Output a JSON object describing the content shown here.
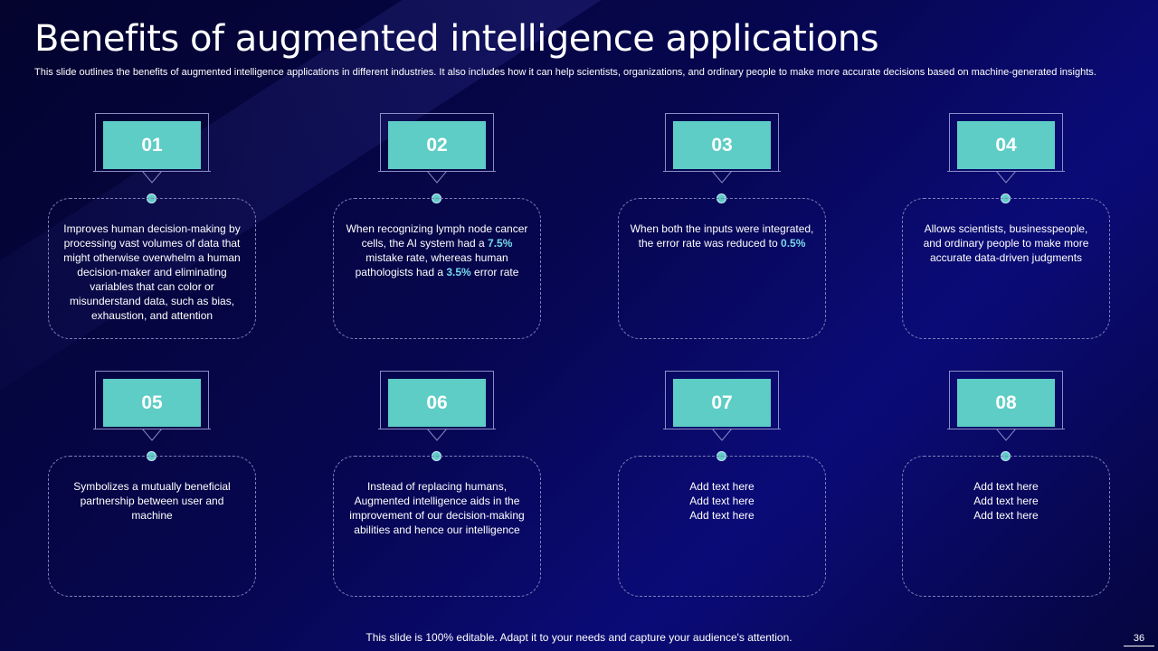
{
  "slide": {
    "title": "Benefits of augmented intelligence applications",
    "subtitle": "This slide outlines the benefits of augmented intelligence applications in different industries. It also includes how it can help scientists, organizations, and ordinary people to make more accurate decisions based on machine-generated insights.",
    "footer": "This slide is 100% editable. Adapt it to your needs and capture your audience's attention.",
    "page_number": "36"
  },
  "colors": {
    "accent_teal": "#5ecdc5",
    "highlight_text": "#78d8ea",
    "background": "#060650"
  },
  "cards": [
    {
      "num": "01",
      "text_a": "Improves human decision-making by processing vast volumes of data that might otherwise overwhelm a human decision-maker and eliminating variables that can color or misunderstand data, such as bias, exhaustion, and attention"
    },
    {
      "num": "02",
      "text_a": "When recognizing lymph node cancer cells, the AI system had a ",
      "hl_1": "7.5%",
      "text_b": " mistake rate, whereas human pathologists had a ",
      "hl_2": "3.5%",
      "text_c": " error rate"
    },
    {
      "num": "03",
      "text_a": "When both the inputs were integrated, the error rate was reduced to ",
      "hl_1": "0.5%"
    },
    {
      "num": "04",
      "text_a": "Allows scientists, businesspeople, and ordinary people to make more accurate data-driven judgments"
    },
    {
      "num": "05",
      "text_a": "Symbolizes a mutually beneficial partnership between user and machine"
    },
    {
      "num": "06",
      "text_a": "Instead of replacing humans, Augmented intelligence aids in the improvement of our decision-making abilities and hence our intelligence"
    },
    {
      "num": "07",
      "lines": [
        "Add text here",
        "Add text here",
        "Add text here"
      ]
    },
    {
      "num": "08",
      "lines": [
        "Add text here",
        "Add text here",
        "Add text here"
      ]
    }
  ]
}
